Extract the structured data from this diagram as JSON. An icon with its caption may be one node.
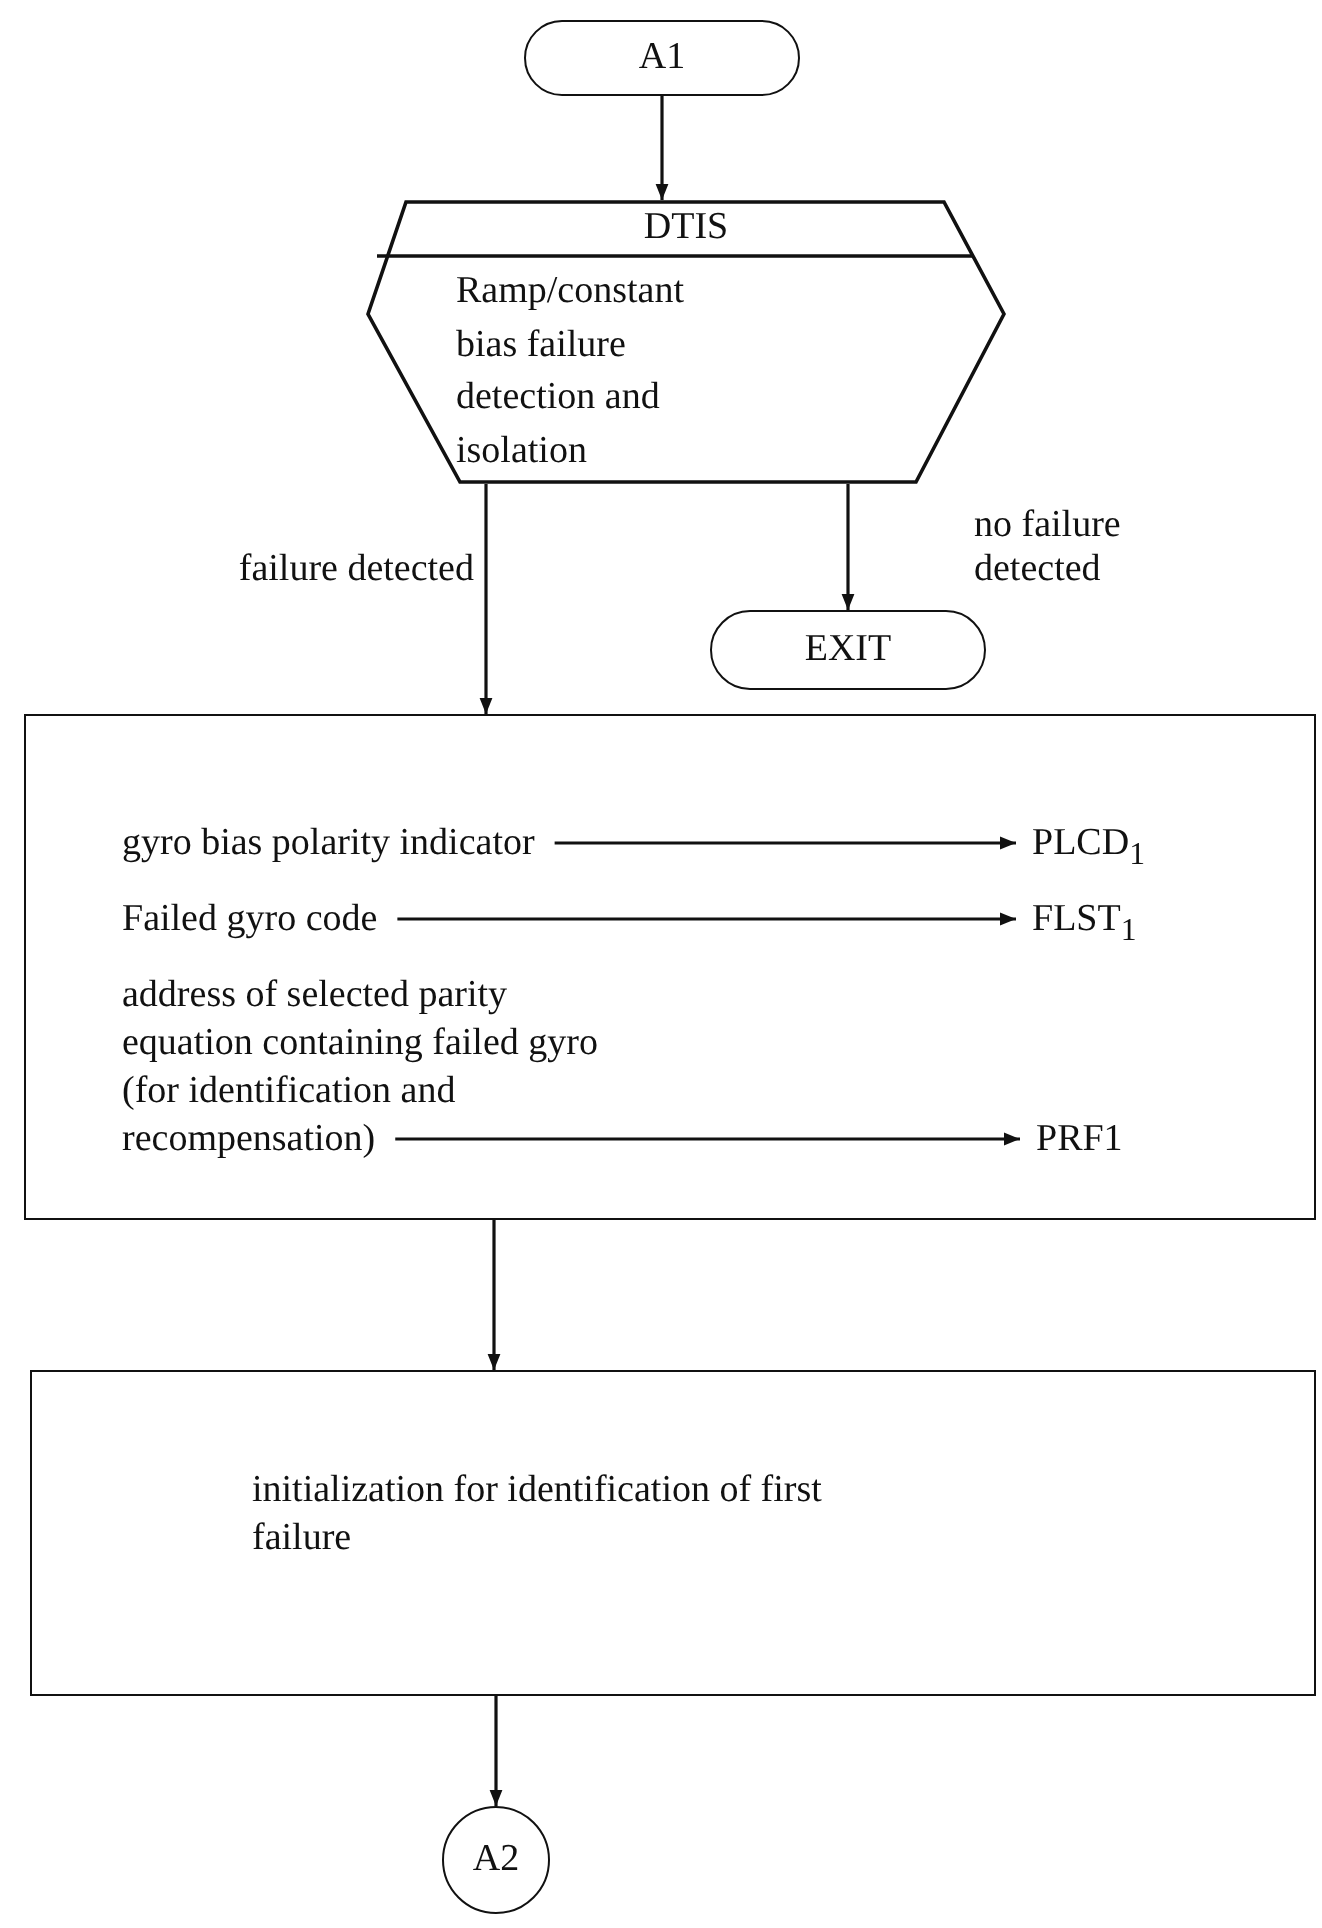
{
  "diagram": {
    "nodes": [
      {
        "text": [
          "A1"
        ]
      },
      {
        "text": [
          "DTIS",
          "Ramp/constant bias failure detection and isolation"
        ]
      },
      {
        "text": [
          "EXIT"
        ]
      },
      {
        "text": [],
        "shape": "box"
      },
      {
        "text": [
          "gyro bias polarity indicator"
        ],
        "in": 3
      },
      {
        "text": [
          "PLCD$_{1}$"
        ],
        "in": 3
      },
      {
        "text": [
          "Failed gyro code"
        ],
        "in": 3
      },
      {
        "text": [
          "FLST$_{1}$"
        ],
        "in": 3
      },
      {
        "text": [
          "address of selected parity equation containing failed gyro (for identification and recompensation)"
        ],
        "in": 3
      },
      {
        "text": [
          "PRF1"
        ],
        "in": 3
      },
      {
        "text": [
          "initialization for identification of first failure"
        ]
      },
      {
        "text": [
          "A2"
        ]
      }
    ],
    "edges": [
      {
        "from": 0,
        "to": 1,
        "arrow": "to"
      },
      {
        "from": 1,
        "to": 3,
        "arrow": "to",
        "label": "failure detected"
      },
      {
        "from": 1,
        "to": 2,
        "arrow": "to",
        "label": "no failure detected"
      },
      {
        "from": 4,
        "to": 5,
        "arrow": "to"
      },
      {
        "from": 6,
        "to": 7,
        "arrow": "to"
      },
      {
        "from": 8,
        "to": 9,
        "arrow": "to"
      },
      {
        "from": 3,
        "to": 10,
        "arrow": "to"
      },
      {
        "from": 10,
        "to": 11,
        "arrow": "to"
      }
    ]
  }
}
